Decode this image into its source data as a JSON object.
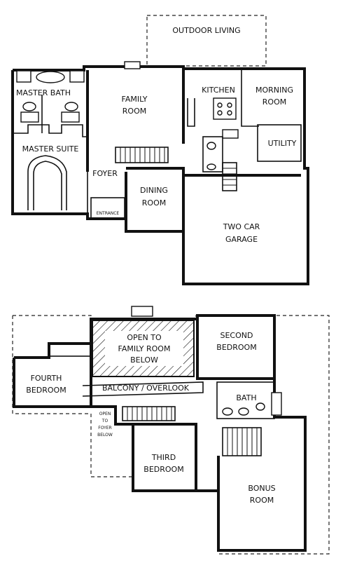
{
  "plan": {
    "rooms": {
      "outdoor_living": "OUTDOOR LIVING",
      "master_bath": "MASTER BATH",
      "family_room": [
        "FAMILY",
        "ROOM"
      ],
      "kitchen": "KITCHEN",
      "morning_room": [
        "MORNING",
        "ROOM"
      ],
      "master_suite": "MASTER SUITE",
      "utility": "UTILITY",
      "foyer": "FOYER",
      "dining_room": [
        "DINING",
        "ROOM"
      ],
      "entrance": "ENTRANCE",
      "two_car_garage": [
        "TWO CAR",
        "GARAGE"
      ],
      "open_to_family_room": [
        "OPEN TO",
        "FAMILY ROOM",
        "BELOW"
      ],
      "second_bedroom": [
        "SECOND",
        "BEDROOM"
      ],
      "fourth_bedroom": [
        "FOURTH",
        "BEDROOM"
      ],
      "balcony_overlook": "BALCONY / OVERLOOK",
      "bath": "BATH",
      "open_to_foyer_below": [
        "OPEN",
        "TO",
        "FOYER",
        "BELOW"
      ],
      "third_bedroom": [
        "THIRD",
        "BEDROOM"
      ],
      "bonus_room": [
        "BONUS",
        "ROOM"
      ]
    }
  }
}
